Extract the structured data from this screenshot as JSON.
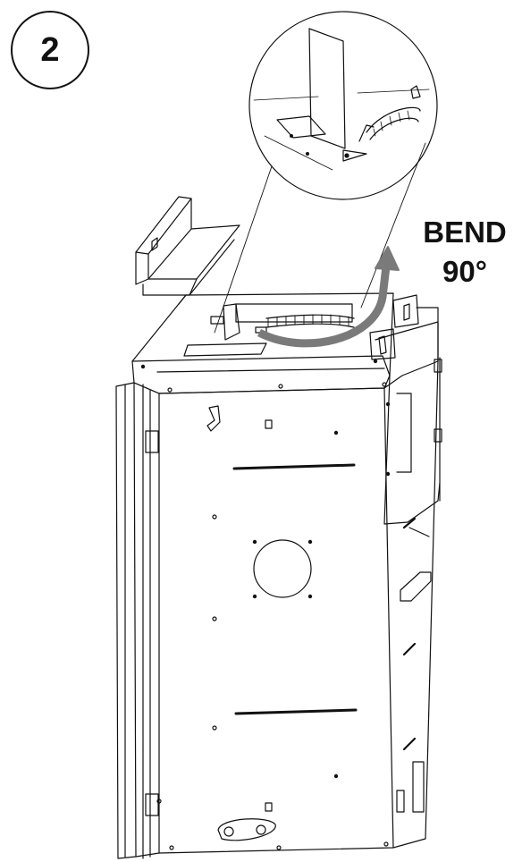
{
  "step": {
    "number": "2"
  },
  "instruction": {
    "line1": "BEND",
    "line2": "90°"
  },
  "colors": {
    "line": "#111111",
    "arrow": "#7a7a7a",
    "background": "#ffffff"
  },
  "icons": {
    "bend_arrow": "curved-arrow-icon",
    "detail": "magnifier-callout"
  }
}
